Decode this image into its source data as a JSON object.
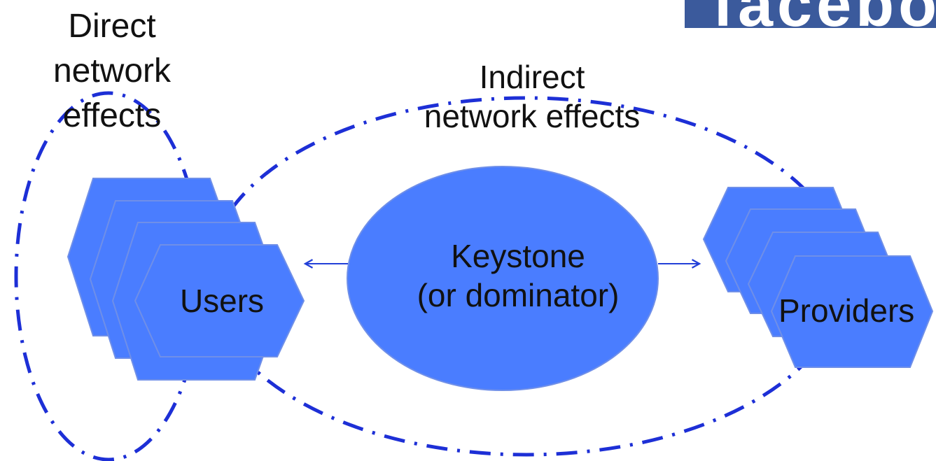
{
  "labels": {
    "direct_line1": "Direct",
    "direct_line2": "network",
    "direct_line3": "effects",
    "indirect_line1": "Indirect",
    "indirect_line2": "network effects",
    "keystone_line1": "Keystone",
    "keystone_line2": "(or dominator)",
    "users": "Users",
    "providers": "Providers"
  },
  "logo_fragment_text": "facebook",
  "colors": {
    "shape_fill": "#4a7dff",
    "shape_stroke": "#6f8fe8",
    "dash_stroke": "#1d2fd6",
    "arrow": "#2340d8",
    "logo_bg": "#3b5a9c",
    "text": "#111111"
  }
}
